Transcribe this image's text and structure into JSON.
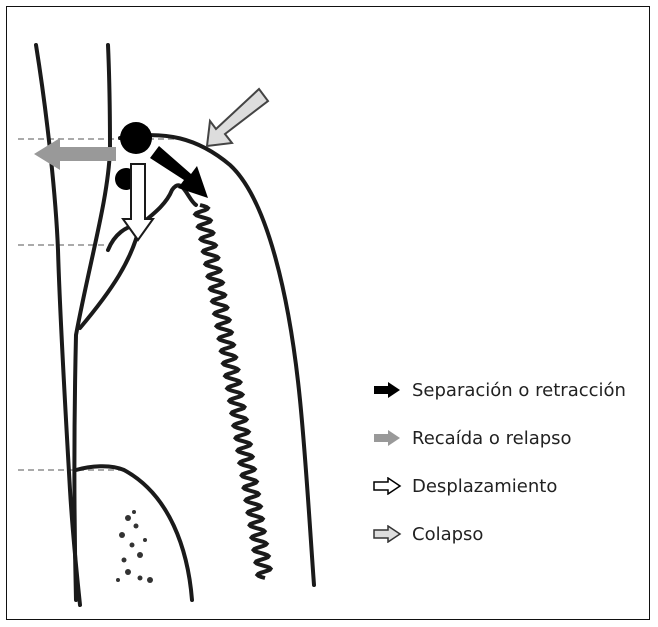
{
  "legend": [
    {
      "icon": "black-arrow-icon",
      "color": "#000000",
      "label": "Separación o retracción"
    },
    {
      "icon": "gray-arrow-icon",
      "color": "#999999",
      "label": "Recaída o relapso"
    },
    {
      "icon": "white-arrow-icon",
      "color": "#ffffff",
      "label": "Desplazamiento"
    },
    {
      "icon": "light-gray-arrow-icon",
      "color": "#dddddd",
      "label": "Colapso"
    }
  ]
}
